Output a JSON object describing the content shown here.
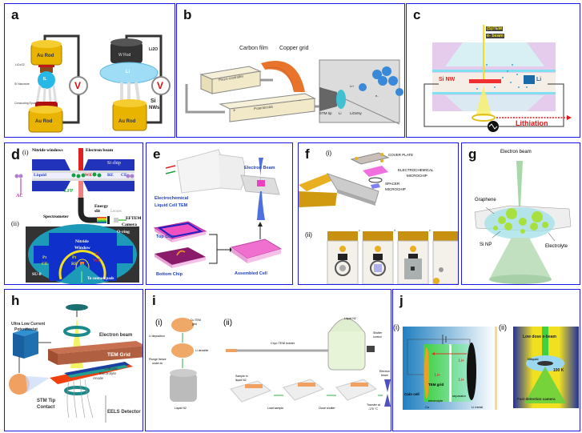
{
  "figure": {
    "panels": {
      "a": {
        "label": "a",
        "left_cell": {
          "top_rod": "Au Rod",
          "bottom_rod": "Au Rod",
          "li2o2": "LiCoO2",
          "il": "IL",
          "si_nanowire": "Si Nanowire",
          "epoxy": "Conducting Epoxy",
          "meter": "V"
        },
        "right_cell": {
          "top_rod": "W Rod",
          "bottom_rod": "Au Rod",
          "li2o": "Li2O",
          "li": "Li",
          "si": "Si",
          "nws": "NWs",
          "meter": "V"
        }
      },
      "b": {
        "label": "b",
        "carbon_film": "Carbon film",
        "copper_grid": "Copper grid",
        "piezo": "Piezo-controller",
        "potentiostat": "Potentiostat",
        "plus": "+",
        "minus": "–",
        "stm_tip": "STM tip",
        "li": "Li",
        "lioxny": "LiOxNy",
        "li_ion": "Li+",
        "electron": "e-"
      },
      "c": {
        "label": "c",
        "beam": "(S)TEM",
        "beam2": "e- beam",
        "si_nw": "Si NW",
        "li": "Li",
        "lithiation": "Lithiation"
      },
      "d": {
        "label": "d",
        "sub_i": "(i)",
        "sub_ii": "(ii)",
        "nitride_windows": "Nitride windows",
        "electron_beam": "Electron beam",
        "si_chip": "Si chip",
        "liquid": "Liquid",
        "we": "WE",
        "re": "RE",
        "ce": "CE",
        "lfp": "LFP",
        "ac": "AC",
        "energy_slit": "Energy slit",
        "lenses": "Lenses",
        "spectrometer": "Spectrometer",
        "eftem": "EFTEM",
        "camera": "Camera",
        "o_ring": "O-ring",
        "nitride": "Nitride",
        "window": "Window",
        "pt_ce_1": "Pt",
        "pt_ce_2": "CE",
        "pt_re_1": "Pt",
        "pt_re_2": "RE",
        "c_we_1": "C",
        "c_we_2": "WE",
        "su8": "SU-8",
        "contact_pads": "To contact pads"
      },
      "e": {
        "label": "e",
        "electron_beam": "Electron Beam",
        "holder_1": "Electrochemical",
        "holder_2": "Liquid Cell  TEM",
        "top_chip": "Top Chip",
        "bottom_chip": "Bottom Chip",
        "assembled": "Assembled Cell"
      },
      "f": {
        "label": "f",
        "sub_i": "(i)",
        "sub_ii": "(ii)",
        "cover_plate": "COVER PLATE",
        "ec_chip_1": "ELECTROCHEMICAL",
        "ec_chip_2": "MICROCHIP",
        "spacer_1": "SPACER",
        "spacer_2": "MICROCHIP",
        "step_letters": [
          "c",
          "d",
          "e"
        ]
      },
      "g": {
        "label": "g",
        "electron_beam": "Electron beam",
        "graphene": "Graphene",
        "si_np": "Si NP",
        "electrolyte": "Electrolyte"
      },
      "h": {
        "label": "h",
        "potentiostat_1": "Ultra Low Current",
        "potentiostat_2": "Potentiostat",
        "electron_beam": "Electron beam",
        "tem_grid": "TEM Grid",
        "cathode": "Cathode",
        "electrolyte": "Electrolyte",
        "anode": "Anode",
        "stm_1": "STM Tip",
        "stm_2": "Contact",
        "eels": "EELS Detector"
      },
      "i": {
        "label": "i",
        "sub_i": "(i)",
        "sub_ii": "(ii)",
        "cu_grid_1": "Cu TEM",
        "cu_grid_2": "grid",
        "li_deposition": "Li deposition",
        "li_dendrite": "Li dendrite",
        "plunge_1": "Plunge freeze",
        "plunge_2": "under Ar",
        "liquid_n2_left": "Liquid N2",
        "cryo_holder": "Cryo TEM holder",
        "liquid_n2_top": "Liquid N2",
        "shutter_1": "Shutter",
        "shutter_2": "control",
        "sample_1": "Sample in",
        "sample_2": "liquid N2",
        "load": "Load sample",
        "close": "Close shutter",
        "transfer_1": "Transfer at",
        "transfer_2": "-170 °C",
        "ebeam_1": "Electron",
        "ebeam_2": "beam"
      },
      "j": {
        "label": "j",
        "sub_i": "(i)",
        "sub_ii": "(ii)",
        "li_plus": "Li+",
        "tem_grid": "TEM grid",
        "coin_cell": "Coin cell",
        "separator": "separator",
        "electrolyte": "electrolyte",
        "cu": "Cu",
        "li_metal": "Li metal",
        "low_dose": "Low dose e-beam",
        "n_liquid": "Nliquid",
        "temp": "100 K",
        "camera": "Fast detection camera"
      }
    }
  }
}
